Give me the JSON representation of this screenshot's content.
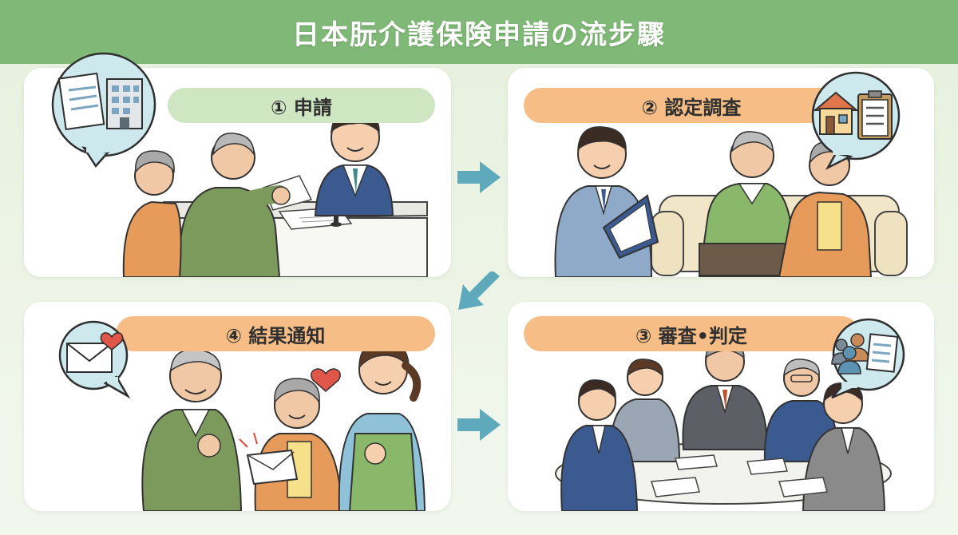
{
  "title": "日本朊介護保険申請の流步驟",
  "steps": [
    {
      "id": "apply",
      "label": "① 申請",
      "color": "#cfe6c2"
    },
    {
      "id": "survey",
      "label": "② 認定調査",
      "color": "#f6be86"
    },
    {
      "id": "review",
      "label": "③ 審査•判定",
      "color": "#f6be86"
    },
    {
      "id": "notice",
      "label": "④ 結果通知",
      "color": "#f6be86"
    }
  ],
  "colors": {
    "title_bar": "#7fb877",
    "bubble": "#cde9ee",
    "arrow": "#5fa9bd"
  },
  "icons": {
    "apply": "document-building-icon",
    "survey": "house-clipboard-icon",
    "review": "people-document-icon",
    "notice": "envelope-heart-icon"
  }
}
